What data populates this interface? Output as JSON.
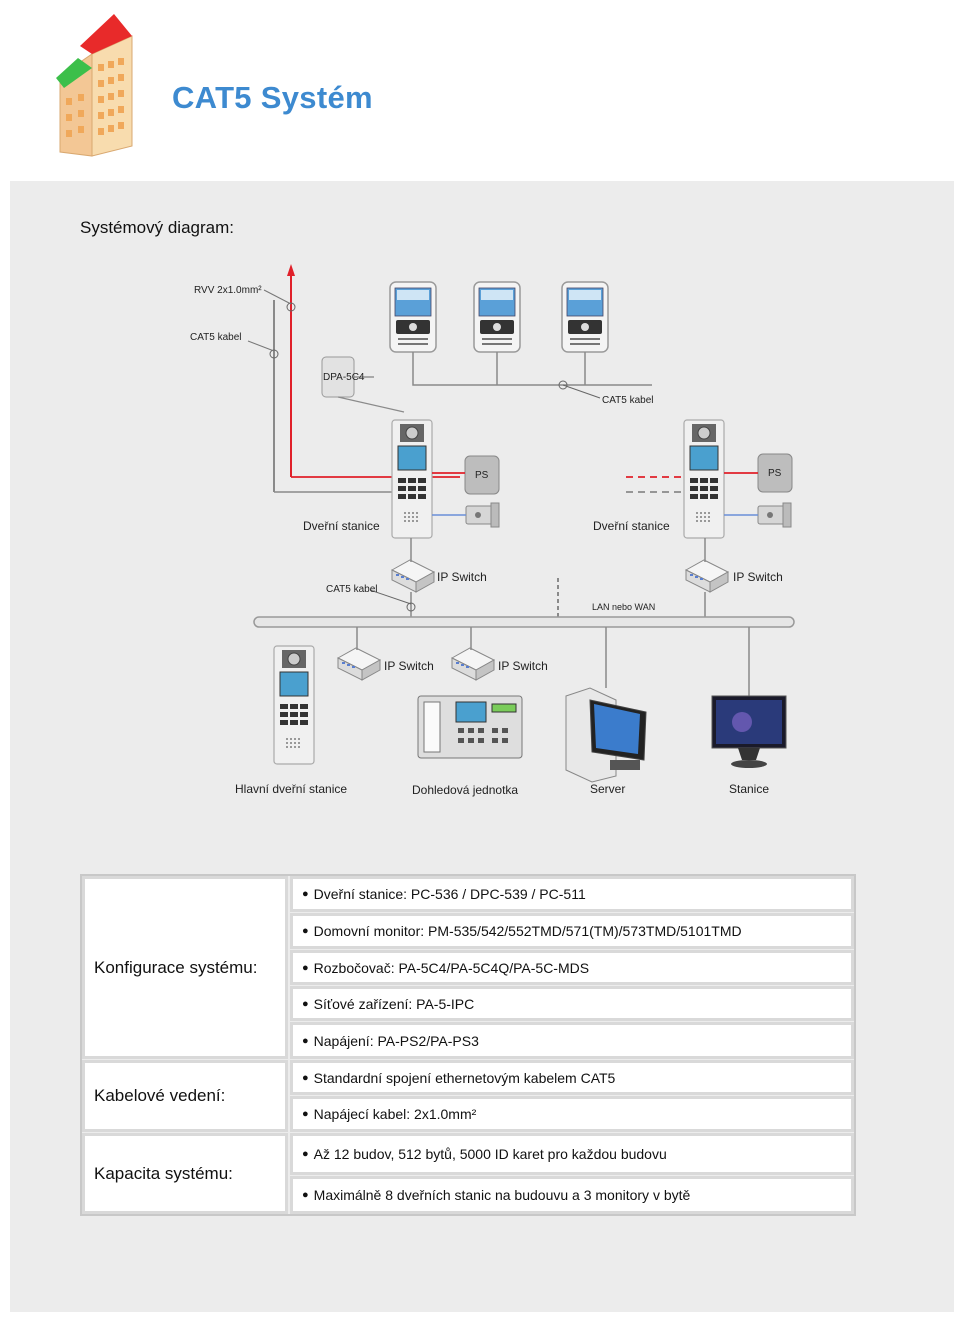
{
  "header": {
    "title": "CAT5 Systém",
    "logo_icon": "building-icon"
  },
  "diagram": {
    "heading": "Systémový diagram:",
    "labels": {
      "rvv_cable": "RVV 2x1.0mm²",
      "cat5_cable_top": "CAT5 kabel",
      "dpa": "DPA-5C4",
      "cat5_cable_right": "CAT5 kabel",
      "ps_left": "PS",
      "ps_right": "PS",
      "door_station_left": "Dveřní stanice",
      "door_station_right": "Dveřní stanice",
      "cat5_cable_mid": "CAT5 kabel",
      "ip_switch_1": "IP Switch",
      "ip_switch_2": "IP Switch",
      "lan_wan": "LAN nebo WAN",
      "ip_switch_3": "IP Switch",
      "ip_switch_4": "IP Switch",
      "main_door_station": "Hlavní dveřní stanice",
      "guard_unit": "Dohledová jednotka",
      "server": "Server",
      "station": "Stanice"
    },
    "colors": {
      "power_line": "#e0202a",
      "data_line": "#6a8fd8",
      "cable_gray": "#7a7a7a",
      "title_blue": "#3d8ad0"
    }
  },
  "config_table": {
    "rows": [
      {
        "label": "Konfigurace systému:",
        "items": [
          "Dveřní stanice: PC-536 / DPC-539 / PC-511",
          "Domovní monitor: PM-535/542/552TMD/571(TM)/573TMD/5101TMD",
          "Rozbočovač: PA-5C4/PA-5C4Q/PA-5C-MDS",
          "Síťové zařízení: PA-5-IPC",
          "Napájení: PA-PS2/PA-PS3"
        ]
      },
      {
        "label": "Kabelové vedení:",
        "items": [
          "Standardní spojení ethernetovým kabelem CAT5",
          "Napájecí kabel: 2x1.0mm²"
        ]
      },
      {
        "label": "Kapacita systému:",
        "items": [
          "Až 12 budov, 512 bytů, 5000 ID karet pro každou budovu",
          "Maximálně 8 dveřních stanic na budouvu a 3 monitory v bytě"
        ]
      }
    ]
  }
}
